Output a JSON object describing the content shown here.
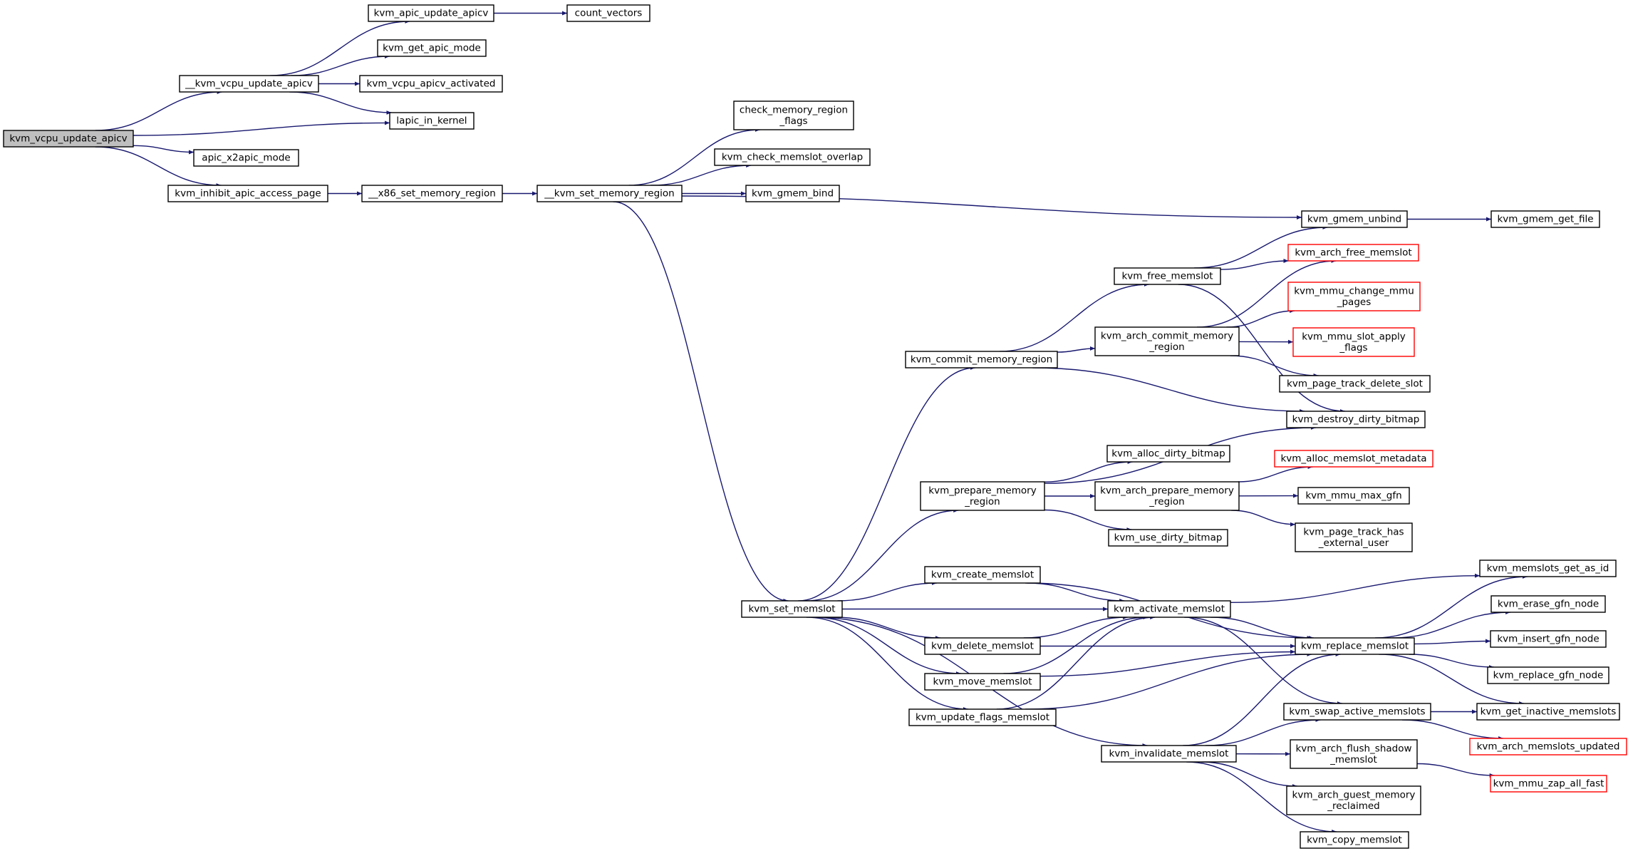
{
  "diagram": {
    "colors": {
      "edge": "#191970",
      "node_border": "#000000",
      "node_border_truncated": "#ff0000",
      "root_fill": "#bfbfbf",
      "node_fill": "#ffffff"
    },
    "nodes": [
      {
        "id": "kvm_vcpu_update_apicv",
        "lines": [
          "kvm_vcpu_update_apicv"
        ],
        "root": true
      },
      {
        "id": "__kvm_vcpu_update_apicv",
        "lines": [
          "__kvm_vcpu_update_apicv"
        ]
      },
      {
        "id": "apic_x2apic_mode",
        "lines": [
          "apic_x2apic_mode"
        ]
      },
      {
        "id": "kvm_inhibit_apic_access_page",
        "lines": [
          "kvm_inhibit_apic_access_page"
        ]
      },
      {
        "id": "kvm_apic_update_apicv",
        "lines": [
          "kvm_apic_update_apicv"
        ]
      },
      {
        "id": "count_vectors",
        "lines": [
          "count_vectors"
        ]
      },
      {
        "id": "kvm_get_apic_mode",
        "lines": [
          "kvm_get_apic_mode"
        ]
      },
      {
        "id": "kvm_vcpu_apicv_activated",
        "lines": [
          "kvm_vcpu_apicv_activated"
        ]
      },
      {
        "id": "lapic_in_kernel",
        "lines": [
          "lapic_in_kernel"
        ]
      },
      {
        "id": "__x86_set_memory_region",
        "lines": [
          "__x86_set_memory_region"
        ]
      },
      {
        "id": "__kvm_set_memory_region",
        "lines": [
          "__kvm_set_memory_region"
        ]
      },
      {
        "id": "check_memory_region_flags",
        "lines": [
          "check_memory_region",
          "_flags"
        ]
      },
      {
        "id": "kvm_check_memslot_overlap",
        "lines": [
          "kvm_check_memslot_overlap"
        ]
      },
      {
        "id": "kvm_gmem_bind",
        "lines": [
          "kvm_gmem_bind"
        ]
      },
      {
        "id": "kvm_gmem_unbind",
        "lines": [
          "kvm_gmem_unbind"
        ]
      },
      {
        "id": "kvm_gmem_get_file",
        "lines": [
          "kvm_gmem_get_file"
        ]
      },
      {
        "id": "kvm_set_memslot",
        "lines": [
          "kvm_set_memslot"
        ]
      },
      {
        "id": "kvm_commit_memory_region",
        "lines": [
          "kvm_commit_memory_region"
        ]
      },
      {
        "id": "kvm_free_memslot",
        "lines": [
          "kvm_free_memslot"
        ]
      },
      {
        "id": "kvm_arch_free_memslot",
        "lines": [
          "kvm_arch_free_memslot"
        ],
        "truncated": true
      },
      {
        "id": "kvm_arch_commit_memory_region",
        "lines": [
          "kvm_arch_commit_memory",
          "_region"
        ]
      },
      {
        "id": "kvm_mmu_change_mmu_pages",
        "lines": [
          "kvm_mmu_change_mmu",
          "_pages"
        ],
        "truncated": true
      },
      {
        "id": "kvm_mmu_slot_apply_flags",
        "lines": [
          "kvm_mmu_slot_apply",
          "_flags"
        ],
        "truncated": true
      },
      {
        "id": "kvm_page_track_delete_slot",
        "lines": [
          "kvm_page_track_delete_slot"
        ]
      },
      {
        "id": "kvm_destroy_dirty_bitmap",
        "lines": [
          "kvm_destroy_dirty_bitmap"
        ]
      },
      {
        "id": "kvm_prepare_memory_region",
        "lines": [
          "kvm_prepare_memory",
          "_region"
        ]
      },
      {
        "id": "kvm_alloc_dirty_bitmap",
        "lines": [
          "kvm_alloc_dirty_bitmap"
        ]
      },
      {
        "id": "kvm_arch_prepare_memory_region",
        "lines": [
          "kvm_arch_prepare_memory",
          "_region"
        ]
      },
      {
        "id": "kvm_alloc_memslot_metadata",
        "lines": [
          "kvm_alloc_memslot_metadata"
        ],
        "truncated": true
      },
      {
        "id": "kvm_mmu_max_gfn",
        "lines": [
          "kvm_mmu_max_gfn"
        ]
      },
      {
        "id": "kvm_page_track_has_external_user",
        "lines": [
          "kvm_page_track_has",
          "_external_user"
        ]
      },
      {
        "id": "kvm_use_dirty_bitmap",
        "lines": [
          "kvm_use_dirty_bitmap"
        ]
      },
      {
        "id": "kvm_create_memslot",
        "lines": [
          "kvm_create_memslot"
        ]
      },
      {
        "id": "kvm_activate_memslot",
        "lines": [
          "kvm_activate_memslot"
        ]
      },
      {
        "id": "kvm_delete_memslot",
        "lines": [
          "kvm_delete_memslot"
        ]
      },
      {
        "id": "kvm_move_memslot",
        "lines": [
          "kvm_move_memslot"
        ]
      },
      {
        "id": "kvm_update_flags_memslot",
        "lines": [
          "kvm_update_flags_memslot"
        ]
      },
      {
        "id": "kvm_invalidate_memslot",
        "lines": [
          "kvm_invalidate_memslot"
        ]
      },
      {
        "id": "kvm_replace_memslot",
        "lines": [
          "kvm_replace_memslot"
        ]
      },
      {
        "id": "kvm_memslots_get_as_id",
        "lines": [
          "kvm_memslots_get_as_id"
        ]
      },
      {
        "id": "kvm_erase_gfn_node",
        "lines": [
          "kvm_erase_gfn_node"
        ]
      },
      {
        "id": "kvm_insert_gfn_node",
        "lines": [
          "kvm_insert_gfn_node"
        ]
      },
      {
        "id": "kvm_replace_gfn_node",
        "lines": [
          "kvm_replace_gfn_node"
        ]
      },
      {
        "id": "kvm_swap_active_memslots",
        "lines": [
          "kvm_swap_active_memslots"
        ]
      },
      {
        "id": "kvm_get_inactive_memslots",
        "lines": [
          "kvm_get_inactive_memslots"
        ]
      },
      {
        "id": "kvm_arch_memslots_updated",
        "lines": [
          "kvm_arch_memslots_updated"
        ],
        "truncated": true
      },
      {
        "id": "kvm_arch_flush_shadow_memslot",
        "lines": [
          "kvm_arch_flush_shadow",
          "_memslot"
        ]
      },
      {
        "id": "kvm_mmu_zap_all_fast",
        "lines": [
          "kvm_mmu_zap_all_fast"
        ],
        "truncated": true
      },
      {
        "id": "kvm_arch_guest_memory_reclaimed",
        "lines": [
          "kvm_arch_guest_memory",
          "_reclaimed"
        ]
      },
      {
        "id": "kvm_copy_memslot",
        "lines": [
          "kvm_copy_memslot"
        ]
      }
    ],
    "edges": [
      [
        "kvm_vcpu_update_apicv",
        "__kvm_vcpu_update_apicv"
      ],
      [
        "kvm_vcpu_update_apicv",
        "lapic_in_kernel"
      ],
      [
        "kvm_vcpu_update_apicv",
        "apic_x2apic_mode"
      ],
      [
        "kvm_vcpu_update_apicv",
        "kvm_inhibit_apic_access_page"
      ],
      [
        "__kvm_vcpu_update_apicv",
        "kvm_apic_update_apicv"
      ],
      [
        "__kvm_vcpu_update_apicv",
        "kvm_get_apic_mode"
      ],
      [
        "__kvm_vcpu_update_apicv",
        "kvm_vcpu_apicv_activated"
      ],
      [
        "__kvm_vcpu_update_apicv",
        "lapic_in_kernel"
      ],
      [
        "kvm_apic_update_apicv",
        "count_vectors"
      ],
      [
        "kvm_inhibit_apic_access_page",
        "__x86_set_memory_region"
      ],
      [
        "__x86_set_memory_region",
        "__kvm_set_memory_region"
      ],
      [
        "__kvm_set_memory_region",
        "check_memory_region_flags"
      ],
      [
        "__kvm_set_memory_region",
        "kvm_check_memslot_overlap"
      ],
      [
        "__kvm_set_memory_region",
        "kvm_gmem_bind"
      ],
      [
        "__kvm_set_memory_region",
        "kvm_gmem_unbind"
      ],
      [
        "__kvm_set_memory_region",
        "kvm_set_memslot"
      ],
      [
        "kvm_gmem_unbind",
        "kvm_gmem_get_file"
      ],
      [
        "kvm_set_memslot",
        "kvm_commit_memory_region"
      ],
      [
        "kvm_set_memslot",
        "kvm_prepare_memory_region"
      ],
      [
        "kvm_set_memslot",
        "kvm_create_memslot"
      ],
      [
        "kvm_set_memslot",
        "kvm_activate_memslot"
      ],
      [
        "kvm_set_memslot",
        "kvm_delete_memslot"
      ],
      [
        "kvm_set_memslot",
        "kvm_move_memslot"
      ],
      [
        "kvm_set_memslot",
        "kvm_update_flags_memslot"
      ],
      [
        "kvm_set_memslot",
        "kvm_invalidate_memslot"
      ],
      [
        "kvm_commit_memory_region",
        "kvm_free_memslot"
      ],
      [
        "kvm_commit_memory_region",
        "kvm_arch_commit_memory_region"
      ],
      [
        "kvm_commit_memory_region",
        "kvm_destroy_dirty_bitmap"
      ],
      [
        "kvm_free_memslot",
        "kvm_gmem_unbind"
      ],
      [
        "kvm_free_memslot",
        "kvm_arch_free_memslot"
      ],
      [
        "kvm_free_memslot",
        "kvm_destroy_dirty_bitmap"
      ],
      [
        "kvm_arch_commit_memory_region",
        "kvm_arch_free_memslot"
      ],
      [
        "kvm_arch_commit_memory_region",
        "kvm_mmu_change_mmu_pages"
      ],
      [
        "kvm_arch_commit_memory_region",
        "kvm_mmu_slot_apply_flags"
      ],
      [
        "kvm_arch_commit_memory_region",
        "kvm_page_track_delete_slot"
      ],
      [
        "kvm_prepare_memory_region",
        "kvm_destroy_dirty_bitmap"
      ],
      [
        "kvm_prepare_memory_region",
        "kvm_alloc_dirty_bitmap"
      ],
      [
        "kvm_prepare_memory_region",
        "kvm_arch_prepare_memory_region"
      ],
      [
        "kvm_prepare_memory_region",
        "kvm_use_dirty_bitmap"
      ],
      [
        "kvm_arch_prepare_memory_region",
        "kvm_alloc_memslot_metadata"
      ],
      [
        "kvm_arch_prepare_memory_region",
        "kvm_mmu_max_gfn"
      ],
      [
        "kvm_arch_prepare_memory_region",
        "kvm_page_track_has_external_user"
      ],
      [
        "kvm_create_memslot",
        "kvm_activate_memslot"
      ],
      [
        "kvm_create_memslot",
        "kvm_replace_memslot"
      ],
      [
        "kvm_delete_memslot",
        "kvm_activate_memslot"
      ],
      [
        "kvm_delete_memslot",
        "kvm_replace_memslot"
      ],
      [
        "kvm_move_memslot",
        "kvm_activate_memslot"
      ],
      [
        "kvm_move_memslot",
        "kvm_replace_memslot"
      ],
      [
        "kvm_update_flags_memslot",
        "kvm_activate_memslot"
      ],
      [
        "kvm_update_flags_memslot",
        "kvm_replace_memslot"
      ],
      [
        "kvm_activate_memslot",
        "kvm_memslots_get_as_id"
      ],
      [
        "kvm_activate_memslot",
        "kvm_replace_memslot"
      ],
      [
        "kvm_activate_memslot",
        "kvm_swap_active_memslots"
      ],
      [
        "kvm_invalidate_memslot",
        "kvm_replace_memslot"
      ],
      [
        "kvm_invalidate_memslot",
        "kvm_swap_active_memslots"
      ],
      [
        "kvm_invalidate_memslot",
        "kvm_arch_flush_shadow_memslot"
      ],
      [
        "kvm_invalidate_memslot",
        "kvm_arch_guest_memory_reclaimed"
      ],
      [
        "kvm_invalidate_memslot",
        "kvm_copy_memslot"
      ],
      [
        "kvm_replace_memslot",
        "kvm_memslots_get_as_id"
      ],
      [
        "kvm_replace_memslot",
        "kvm_erase_gfn_node"
      ],
      [
        "kvm_replace_memslot",
        "kvm_insert_gfn_node"
      ],
      [
        "kvm_replace_memslot",
        "kvm_replace_gfn_node"
      ],
      [
        "kvm_replace_memslot",
        "kvm_get_inactive_memslots"
      ],
      [
        "kvm_swap_active_memslots",
        "kvm_get_inactive_memslots"
      ],
      [
        "kvm_swap_active_memslots",
        "kvm_arch_memslots_updated"
      ],
      [
        "kvm_arch_flush_shadow_memslot",
        "kvm_mmu_zap_all_fast"
      ]
    ]
  }
}
